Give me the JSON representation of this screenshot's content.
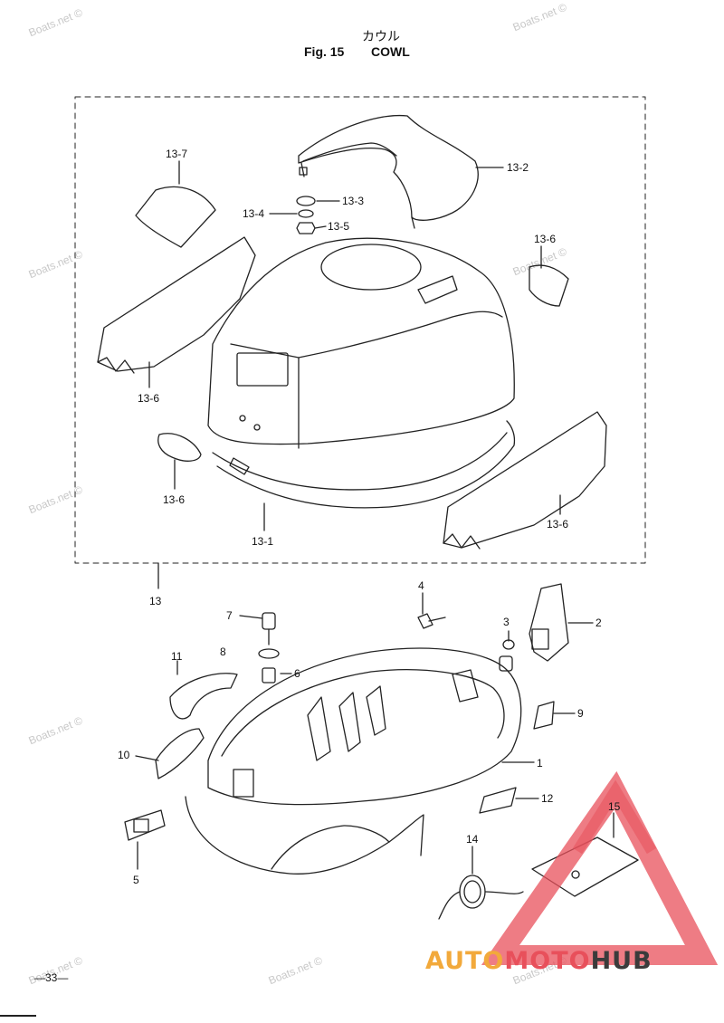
{
  "header": {
    "title_jp": "カウル",
    "fig_label": "Fig. 15",
    "fig_name": "COWL"
  },
  "watermark": "Boats.net ©",
  "labels": {
    "p13_7": "13-7",
    "p13_2": "13-2",
    "p13_3": "13-3",
    "p13_4": "13-4",
    "p13_5": "13-5",
    "p13_6_a": "13-6",
    "p13_6_b": "13-6",
    "p13_6_c": "13-6",
    "p13_6_d": "13-6",
    "p13_1": "13-1",
    "p13": "13",
    "p1": "1",
    "p2": "2",
    "p3": "3",
    "p4": "4",
    "p5": "5",
    "p6": "6",
    "p7": "7",
    "p8": "8",
    "p9": "9",
    "p10": "10",
    "p11": "11",
    "p12": "12",
    "p14": "14",
    "p15": "15"
  },
  "page_number": "—33—",
  "logo": {
    "part1": "AUTO",
    "part2": "MOTO",
    "part3": "HUB",
    "triangle_color": "#e8505b"
  }
}
